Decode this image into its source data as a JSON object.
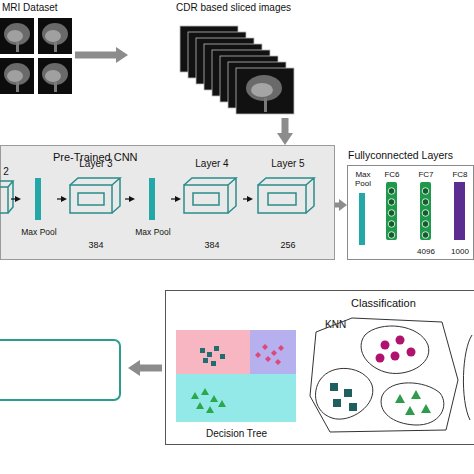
{
  "diagram": {
    "nodes": [
      {
        "text": [
          "MRI Dataset"
        ]
      },
      {
        "text": [
          "CDR based sliced images"
        ]
      },
      {
        "text": [
          "Pre-Trained CNN"
        ]
      },
      {
        "text": [
          "2"
        ],
        "in": 2
      },
      {
        "text": [
          "Max Pool"
        ],
        "in": 2
      },
      {
        "text": [
          "Layer 3",
          "384"
        ],
        "in": 2
      },
      {
        "text": [
          "Max Pool"
        ],
        "in": 2
      },
      {
        "text": [
          "Layer 4",
          "384"
        ],
        "in": 2
      },
      {
        "text": [
          "Layer 5",
          "256"
        ],
        "in": 2
      },
      {
        "text": [
          "Fullyconnected Layers"
        ]
      },
      {
        "text": [
          "Max Pool"
        ],
        "in": 9
      },
      {
        "text": [
          "FC6"
        ],
        "in": 9
      },
      {
        "text": [
          "FC7",
          "4096"
        ],
        "in": 9
      },
      {
        "text": [
          "FC8",
          "1000"
        ],
        "in": 9
      },
      {
        "text": [
          "Classification"
        ]
      },
      {
        "text": [
          "Decision Tree"
        ],
        "in": 14
      },
      {
        "text": [
          "KNN"
        ],
        "in": 14
      }
    ],
    "edges": [
      {
        "from": 0,
        "to": 1,
        "arrow": "to"
      },
      {
        "from": 1,
        "to": 2,
        "arrow": "to"
      },
      {
        "from": 3,
        "to": 4,
        "arrow": "to"
      },
      {
        "from": 4,
        "to": 5,
        "arrow": "to"
      },
      {
        "from": 5,
        "to": 6,
        "arrow": "to"
      },
      {
        "from": 6,
        "to": 7,
        "arrow": "to"
      },
      {
        "from": 7,
        "to": 8,
        "arrow": "to"
      },
      {
        "from": 2,
        "to": 9,
        "arrow": "to"
      }
    ]
  }
}
